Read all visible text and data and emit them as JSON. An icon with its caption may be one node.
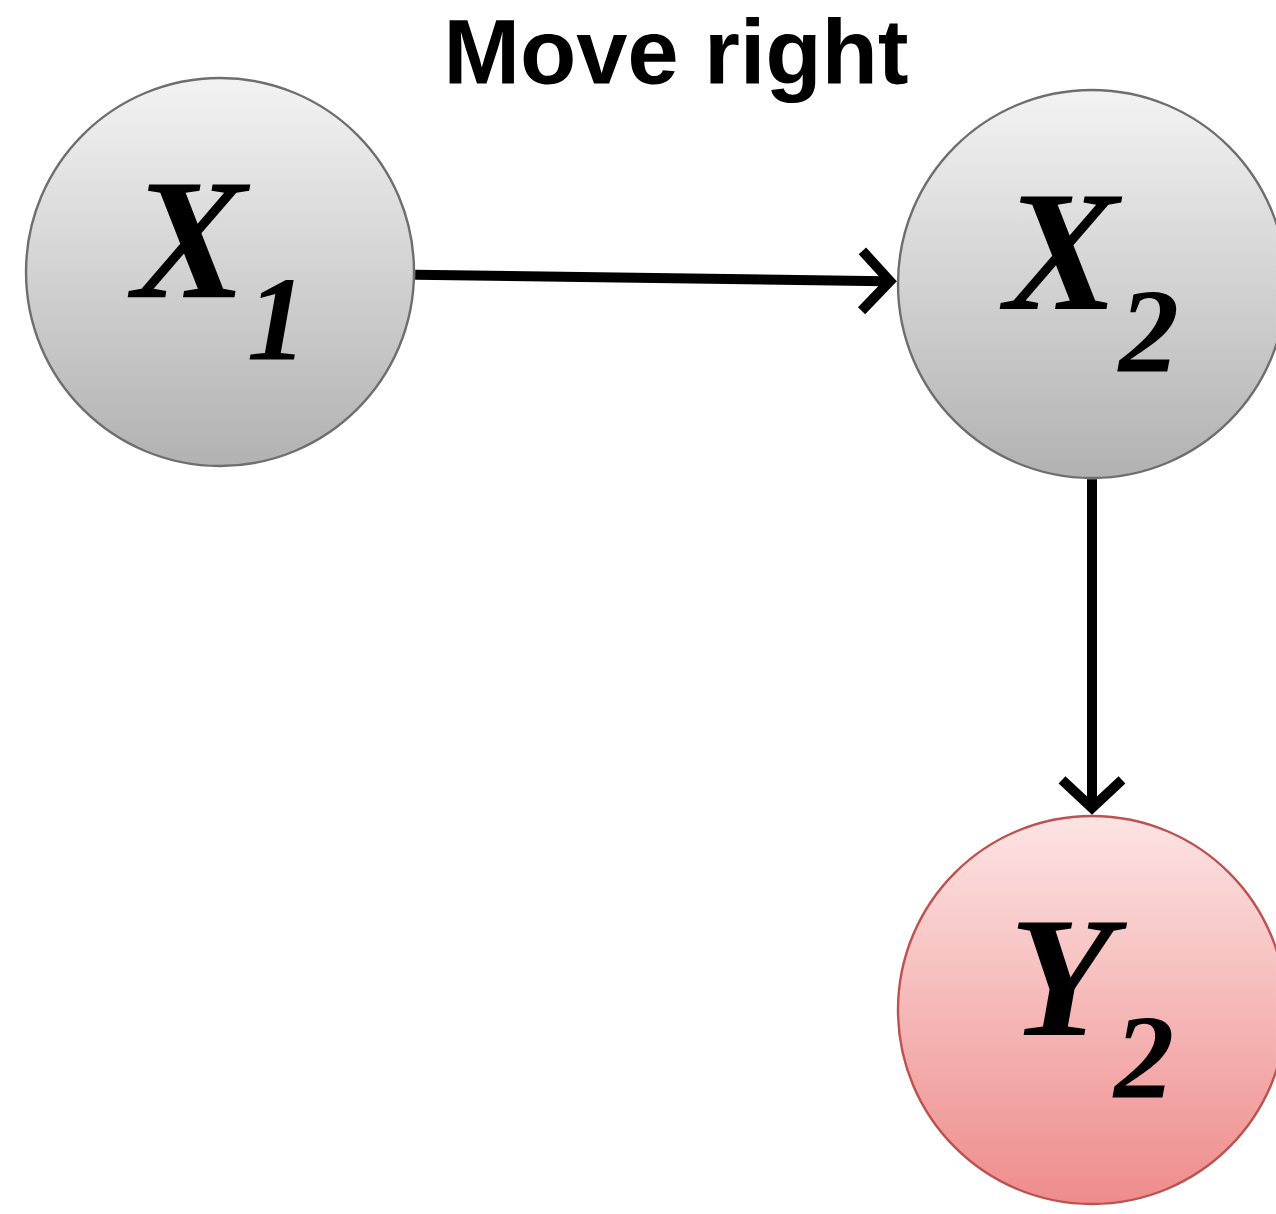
{
  "diagram": {
    "title": "Move right",
    "nodes": [
      {
        "text": [
          "X$_{1}$"
        ]
      },
      {
        "text": [
          "X$_{2}$"
        ]
      },
      {
        "text": [
          "Y$_{2}$"
        ]
      }
    ],
    "edges": [
      {
        "from": 0,
        "to": 1,
        "arrow": "to"
      },
      {
        "from": 1,
        "to": 2,
        "arrow": "to"
      }
    ]
  }
}
